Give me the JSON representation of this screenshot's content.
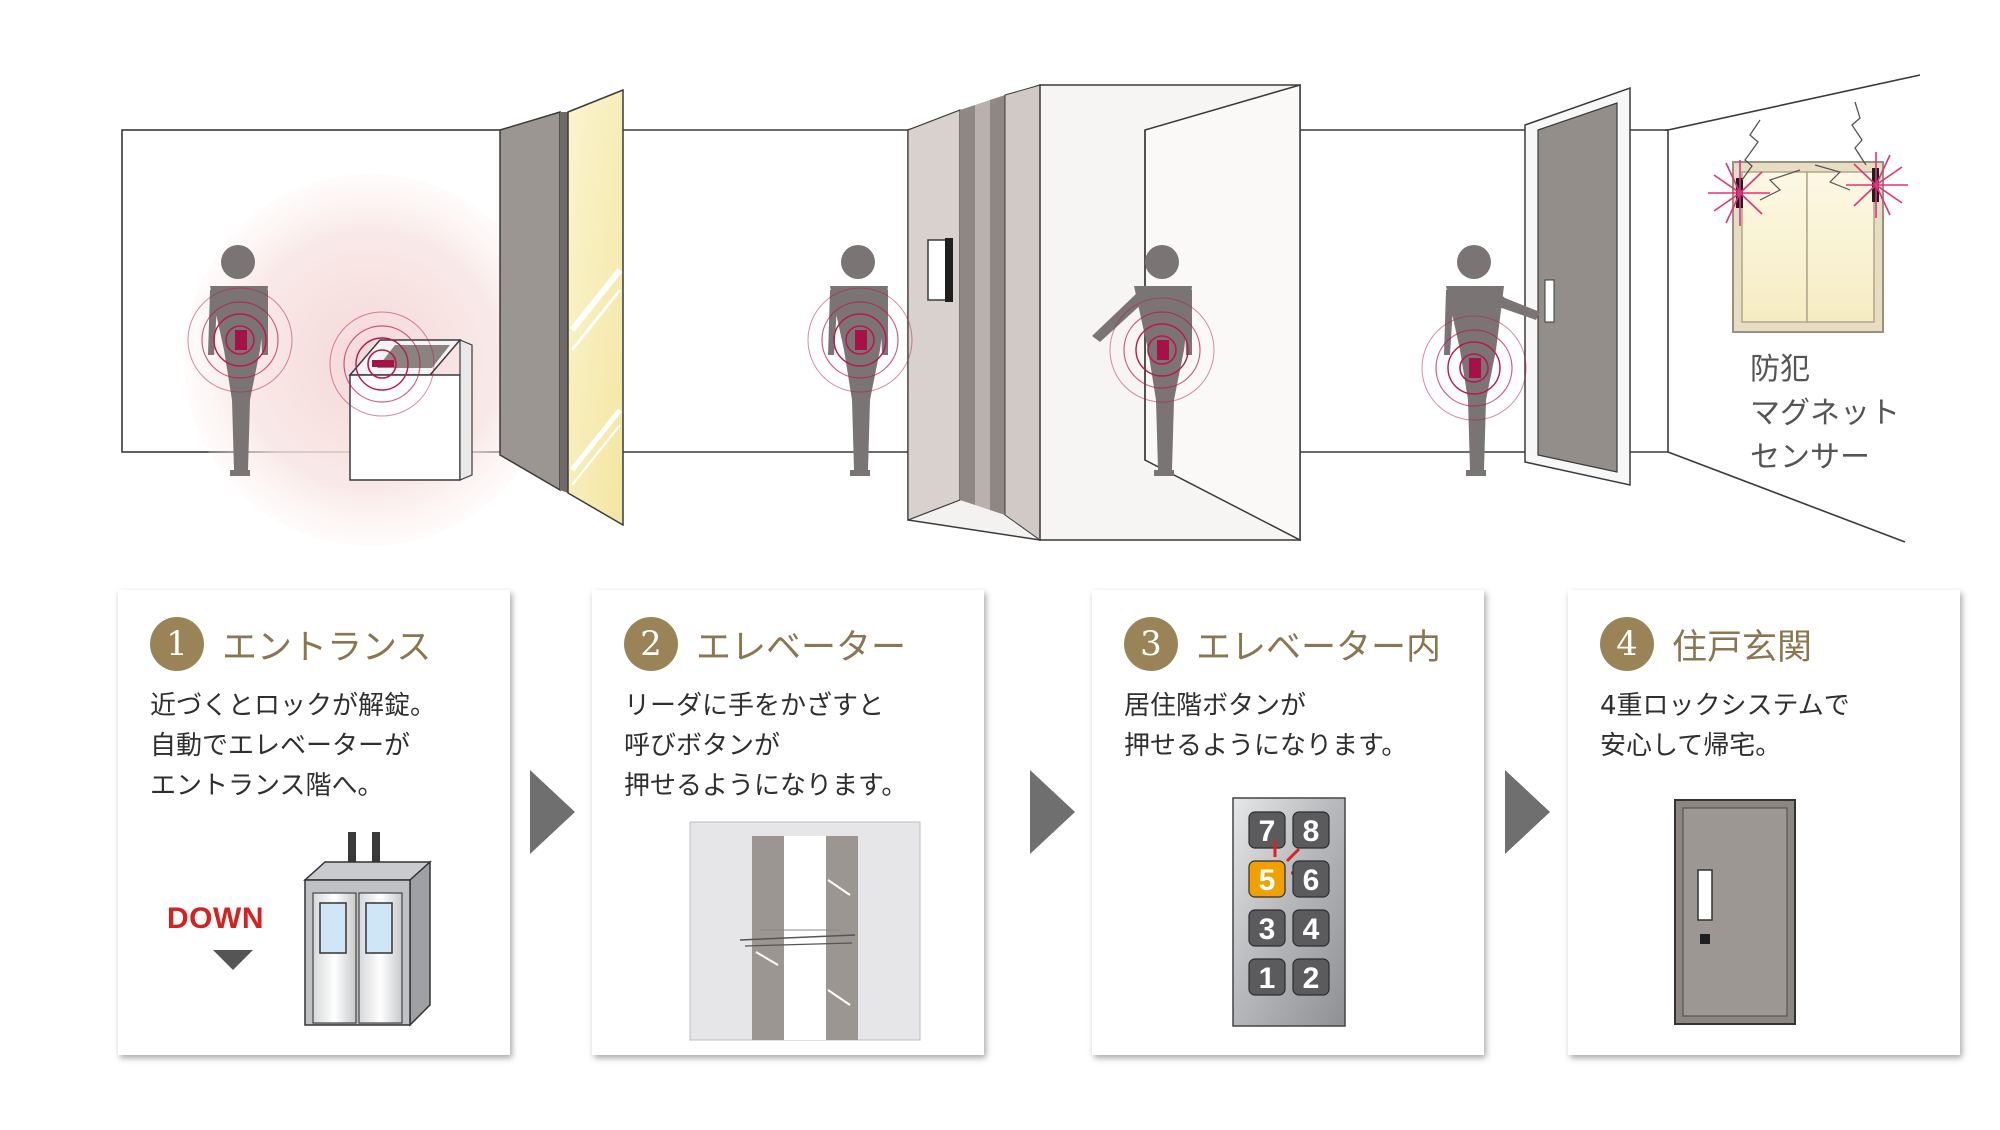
{
  "scene": {
    "sensor_label_lines": [
      "防犯",
      "マグネット",
      "センサー"
    ]
  },
  "steps": [
    {
      "number": "1",
      "title": "エントランス",
      "description_lines": [
        "近づくとロックが解錠。",
        "自動でエレベーターが",
        "エントランス階へ。"
      ],
      "illustration_label": "DOWN"
    },
    {
      "number": "2",
      "title": "エレベーター",
      "description_lines": [
        "リーダに手をかざすと",
        "呼びボタンが",
        "押せるようになります。"
      ]
    },
    {
      "number": "3",
      "title": "エレベーター内",
      "description_lines": [
        "居住階ボタンが",
        "押せるようになります。"
      ],
      "buttons": [
        "7",
        "8",
        "5",
        "6",
        "3",
        "4",
        "1",
        "2"
      ],
      "active_button": "5"
    },
    {
      "number": "4",
      "title": "住戸玄関",
      "description_lines": [
        "4重ロックシステムで",
        "安心して帰宅。"
      ]
    }
  ],
  "colors": {
    "accent_gold": "#9a8357",
    "title_gold": "#8c7650",
    "sensor_wave": "#c0144e",
    "down_red": "#d8201f",
    "active_button": "#f0a000",
    "figure_gray": "#7b7474"
  }
}
